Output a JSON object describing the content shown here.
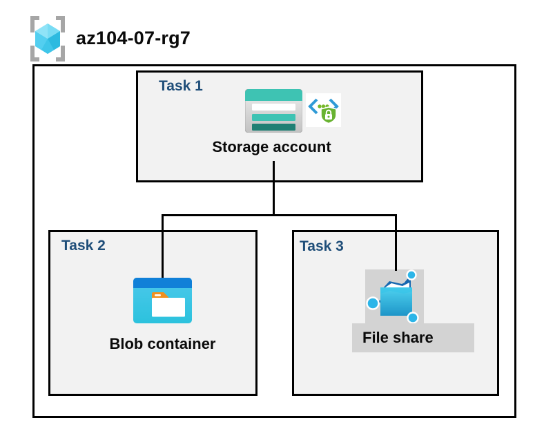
{
  "header": {
    "resource_group_name": "az104-07-rg7",
    "resource_group_icon": "azure-resource-group-icon"
  },
  "diagram": {
    "tasks": [
      {
        "label": "Task 1",
        "item": "Storage account",
        "icons": [
          "storage-account-icon",
          "sas-security-icon"
        ]
      },
      {
        "label": "Task 2",
        "item": "Blob container",
        "icons": [
          "blob-container-icon"
        ]
      },
      {
        "label": "Task 3",
        "item": "File share",
        "icons": [
          "file-share-icon"
        ]
      }
    ],
    "connections": [
      {
        "from": "Storage account",
        "to": "Blob container"
      },
      {
        "from": "Storage account",
        "to": "File share"
      }
    ]
  },
  "colors": {
    "task_label_navy": "#1f4e79",
    "box_fill_gray": "#f2f2f2",
    "border_black": "#000000",
    "highlight_plate_gray": "#d3d3d3",
    "storage_teal": "#3ec3b3",
    "storage_dark_teal": "#1f8074",
    "blob_bar_blue": "#1080d8",
    "blob_body_cyan": "#3cc6e5",
    "folder_tab_orange": "#f1901f",
    "sas_bracket_blue": "#2f9ad6",
    "sas_green": "#76b82a",
    "cube_cyan": "#55cff0",
    "bracket_gray": "#a6a6a6"
  }
}
